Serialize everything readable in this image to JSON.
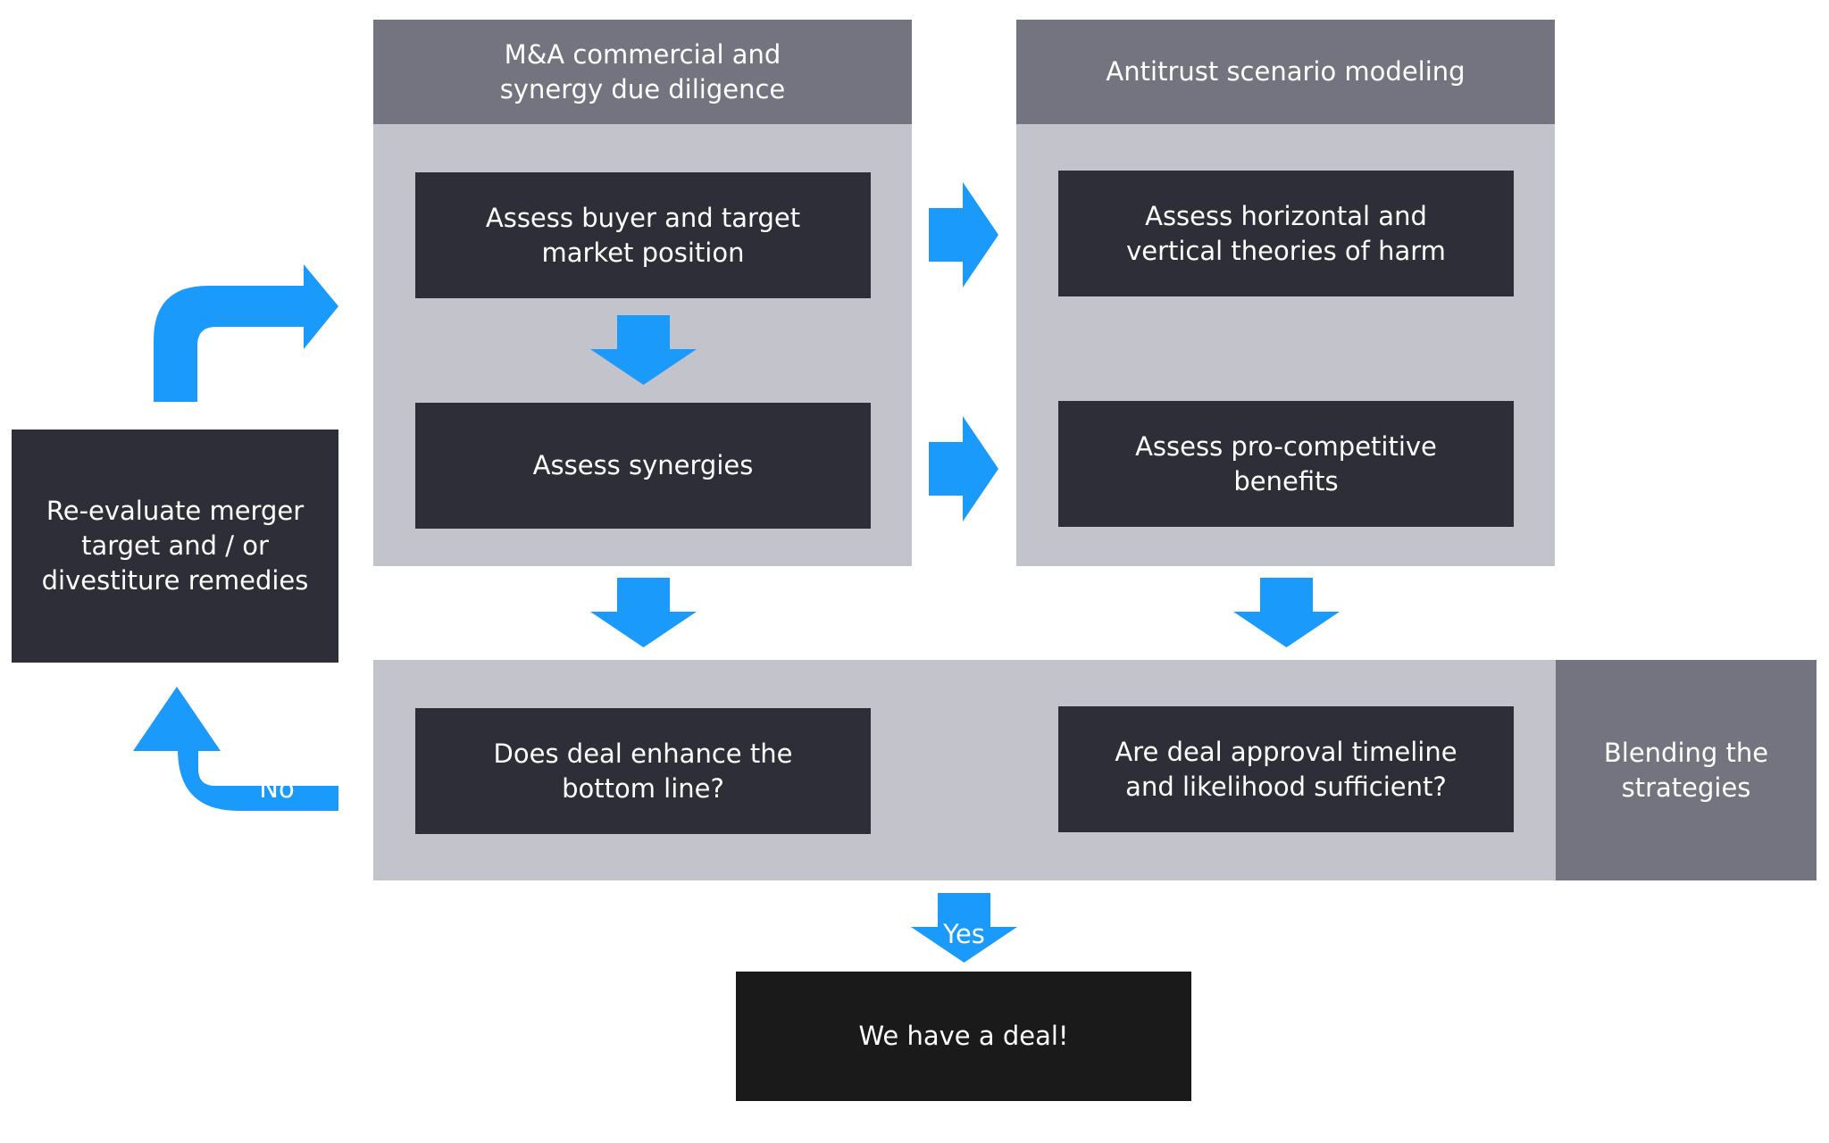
{
  "diagram": {
    "colors": {
      "arrow": "#1a9afa",
      "panel_background": "#c3c3cc",
      "header": "#747480",
      "box": "#2e2e38",
      "final_box": "#1a1a1a",
      "text": "#ffffff"
    },
    "left_panel": {
      "header": "M&A commercial and\nsynergy due diligence",
      "steps": [
        "Assess buyer and target\nmarket position",
        "Assess synergies"
      ]
    },
    "right_panel": {
      "header": "Antitrust scenario modeling",
      "steps": [
        "Assess horizontal and\nvertical theories of harm",
        "Assess pro-competitive\nbenefits"
      ]
    },
    "blend": {
      "label": "Blending the\nstrategies",
      "questions": [
        "Does deal enhance the\nbottom line?",
        "Are deal approval timeline\nand likelihood sufficient?"
      ]
    },
    "reevaluate": "Re-evaluate merger\ntarget and / or\ndivestiture remedies",
    "no_label": "No",
    "yes_label": "Yes",
    "outcome": "We have a deal!"
  }
}
